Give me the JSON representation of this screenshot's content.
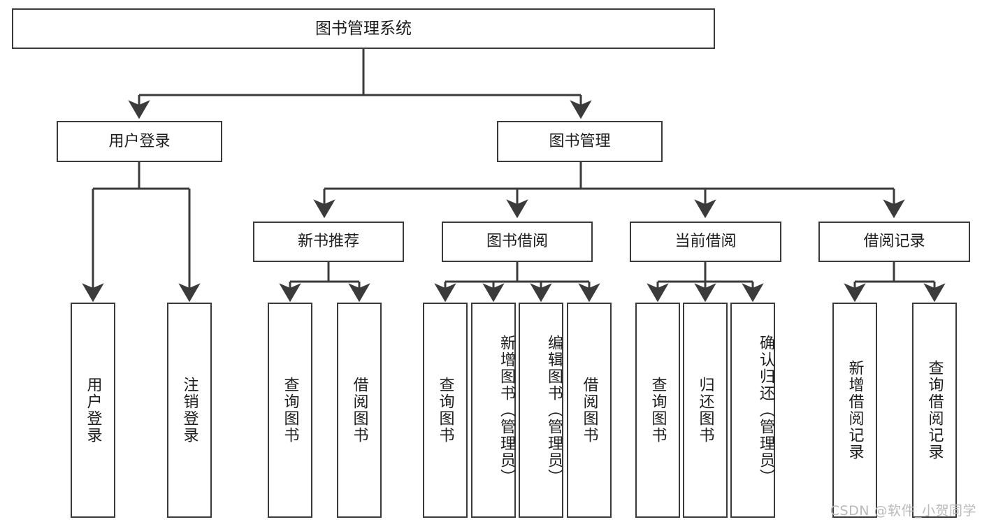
{
  "diagram": {
    "title": "图书管理系统",
    "type": "tree",
    "watermark": "CSDN @软件_小贺同学",
    "colors": {
      "background": "#ffffff",
      "border": "#3b3b3b",
      "text": "#1d1d1d",
      "edge": "#3b3b3b",
      "watermark": "#b9b9b9"
    },
    "nodes": {
      "root": {
        "label": "图书管理系统",
        "level": 1
      },
      "level2": [
        {
          "id": "user-login",
          "label": "用户登录"
        },
        {
          "id": "book-management",
          "label": "图书管理"
        }
      ],
      "level3": [
        {
          "id": "new-book-recommend",
          "label": "新书推荐",
          "parent": "book-management"
        },
        {
          "id": "book-borrow",
          "label": "图书借阅",
          "parent": "book-management"
        },
        {
          "id": "current-borrow",
          "label": "当前借阅",
          "parent": "book-management"
        },
        {
          "id": "borrow-record",
          "label": "借阅记录",
          "parent": "book-management"
        }
      ],
      "leaves": {
        "user-login": [
          {
            "id": "leaf-user-login",
            "label": "用户登录"
          },
          {
            "id": "leaf-user-logout",
            "label": "注销登录"
          }
        ],
        "new-book-recommend": [
          {
            "id": "leaf-query-book-1",
            "label": "查询图书"
          },
          {
            "id": "leaf-borrow-book-1",
            "label": "借阅图书"
          }
        ],
        "book-borrow": [
          {
            "id": "leaf-query-book-2",
            "label": "查询图书"
          },
          {
            "id": "leaf-add-book",
            "label": "新增图书（管理员）"
          },
          {
            "id": "leaf-edit-book",
            "label": "编辑图书（管理员）"
          },
          {
            "id": "leaf-borrow-book-2",
            "label": "借阅图书"
          }
        ],
        "current-borrow": [
          {
            "id": "leaf-query-book-3",
            "label": "查询图书"
          },
          {
            "id": "leaf-return-book",
            "label": "归还图书"
          },
          {
            "id": "leaf-confirm-return",
            "label": "确认归还（管理员）"
          }
        ],
        "borrow-record": [
          {
            "id": "leaf-add-record",
            "label": "新增借阅记录"
          },
          {
            "id": "leaf-query-record",
            "label": "查询借阅记录"
          }
        ]
      }
    }
  }
}
